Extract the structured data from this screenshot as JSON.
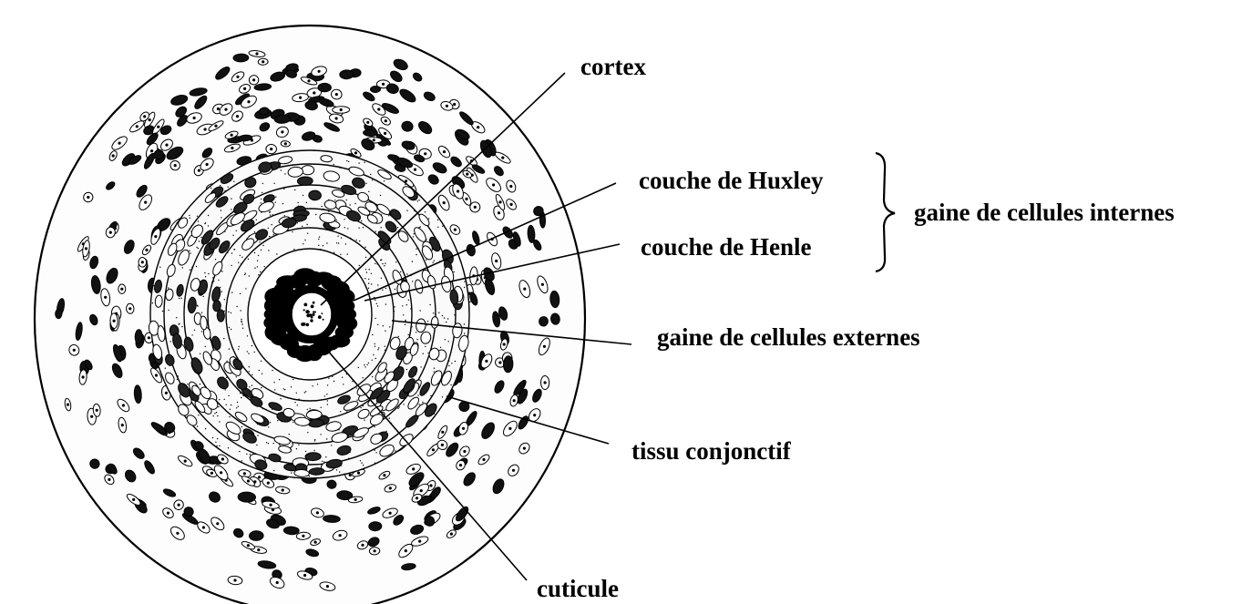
{
  "labels": {
    "cortex": "cortex",
    "couche_huxley": "couche de Huxley",
    "couche_henle": "couche de Henle",
    "gaine_internes": "gaine de cellules internes",
    "gaine_externes": "gaine de cellules externes",
    "tissu_conjonctif": "tissu conjonctif",
    "cuticule": "cuticule"
  },
  "colors": {
    "ink": "#000000",
    "paper": "#ffffff"
  }
}
